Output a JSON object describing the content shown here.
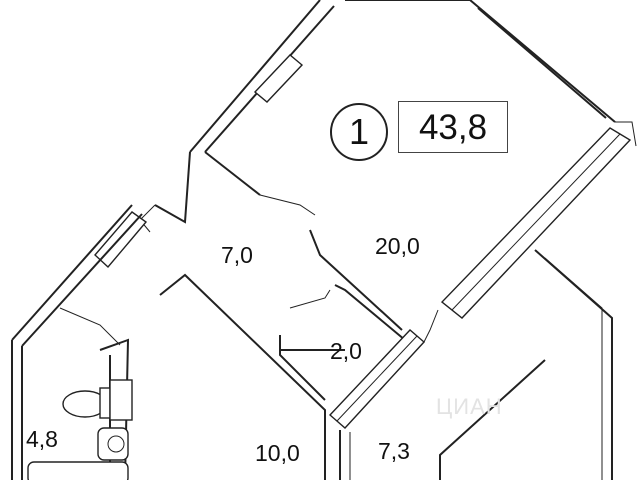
{
  "apartment": {
    "number": "1",
    "total_area": "43,8"
  },
  "rooms": [
    {
      "id": "living-room",
      "area": "20,0"
    },
    {
      "id": "hallway",
      "area": "7,0"
    },
    {
      "id": "storage",
      "area": "2,0"
    },
    {
      "id": "bathroom",
      "area": "4,8"
    },
    {
      "id": "kitchen",
      "area": "10,0"
    },
    {
      "id": "balcony",
      "area": "7,3"
    }
  ],
  "watermark": "ЦИАН",
  "colors": {
    "line": "#222222",
    "background": "#ffffff",
    "watermark": "#e3e3e3"
  }
}
